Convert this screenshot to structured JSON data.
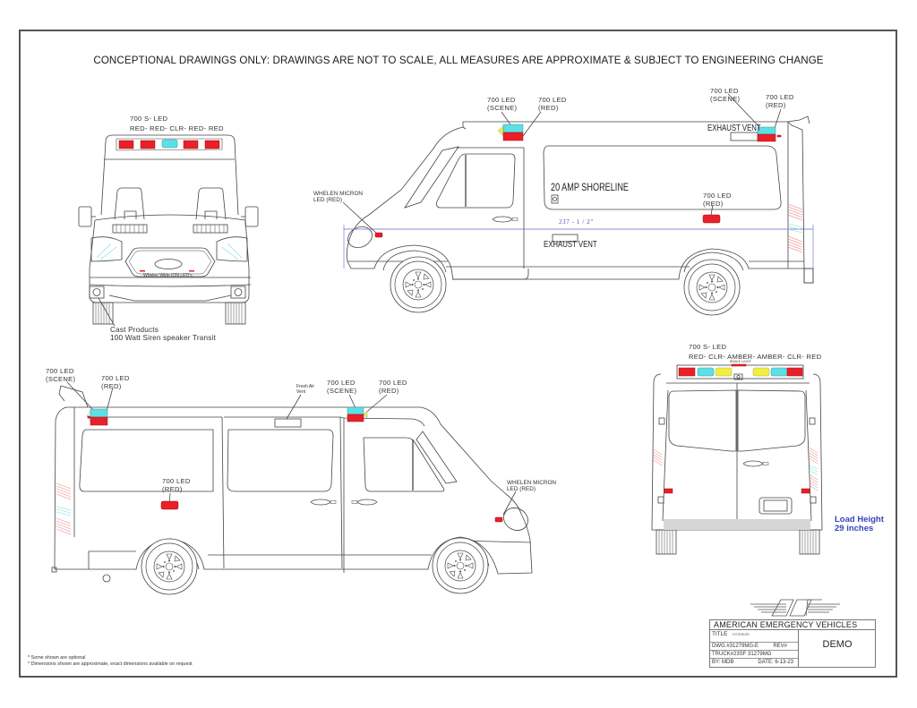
{
  "document": {
    "heading": "CONCEPTIONAL DRAWINGS ONLY: DRAWINGS ARE NOT TO SCALE, ALL MEASURES ARE APPROXIMATE & SUBJECT TO ENGINEERING CHANGE"
  },
  "front_view": {
    "lightbar_model": "700 S- LED",
    "lightbar_colors": "RED- RED- CLR- RED- RED",
    "grille_text": "Whelen Wide ION LED's",
    "siren_label_line1": "Cast Products",
    "siren_label_line2": "100 Watt Siren speaker Transit"
  },
  "driver_side_view": {
    "scene_led_front_l1": "700 LED",
    "scene_led_front_l2": "(SCENE)",
    "red_led_front_l1": "700 LED",
    "red_led_front_l2": "(RED)",
    "scene_led_rear_l1": "700 LED",
    "scene_led_rear_l2": "(SCENE)",
    "red_led_rear_l1": "700 LED",
    "red_led_rear_l2": "(RED)",
    "exhaust_vent_top": "EXHAUST VENT",
    "shoreline": "20 AMP SHORELINE",
    "side_red_led_l1": "700 LED",
    "side_red_led_l2": "(RED)",
    "micron_l1": "WHELEN MICRON",
    "micron_l2": "LED (RED)",
    "dimension": "237 - 1 / 2\"",
    "exhaust_vent_bottom": "EXHAUST VENT"
  },
  "passenger_side_view": {
    "scene_led_rear_l1": "700 LED",
    "scene_led_rear_l2": "(SCENE)",
    "red_led_rear_l1": "700 LED",
    "red_led_rear_l2": "(RED)",
    "fresh_air_l1": "Fresh Air",
    "fresh_air_l2": "Vent",
    "scene_led_front_l1": "700 LED",
    "scene_led_front_l2": "(SCENE)",
    "red_led_front_l1": "700 LED",
    "red_led_front_l2": "(RED)",
    "side_red_led_l1": "700 LED",
    "side_red_led_l2": "(RED)",
    "micron_l1": "WHELEN MICRON",
    "micron_l2": "LED (RED)"
  },
  "rear_view": {
    "lightbar_model": "700 S- LED",
    "lightbar_colors": "RED- CLR- AMBER- AMBER- CLR- RED",
    "brake_light": "BRAKE LIGHT",
    "load_height_l1": "Load Height",
    "load_height_l2": "29 inches"
  },
  "notes": [
    "* Some shown are optional",
    "* Dimensions shown are approximate, exact dimensions available on request"
  ],
  "title_block": {
    "logo": "AEV",
    "company": "AMERICAN EMERGENCY VEHICLES",
    "title_label": "TITLE",
    "title_value": "EXTERIOR",
    "dwg": "DWG.#31279MG-E",
    "rev": "REV#",
    "truck": "TRUCK#23SF 31279MG",
    "by": "BY: MDB",
    "date": "DATE: 6-13-23",
    "customer": "DEMO"
  },
  "colors": {
    "led_red": "#e8202a",
    "led_clear": "#5ce0e6",
    "led_amber": "#f2ee3a",
    "line": "#3a3a3a",
    "dimension_blue": "#4a4ab8",
    "load_height_blue": "#3344bb"
  }
}
